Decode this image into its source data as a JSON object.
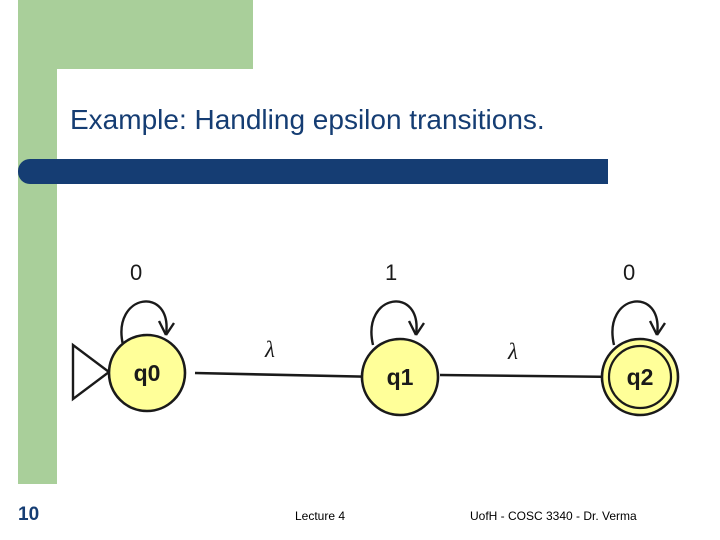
{
  "slide": {
    "title": "Example: Handling epsilon transitions.",
    "page_number": "10",
    "footer_left": "Lecture 4",
    "footer_right": "UofH - COSC 3340 - Dr. Verma",
    "colors": {
      "green_band": "#a9cf9a",
      "navy": "#153d73",
      "state_fill": "#ffff99",
      "stroke": "#1a1a1a",
      "background": "#ffffff"
    }
  },
  "diagram": {
    "type": "finite-state-automaton",
    "states": [
      {
        "id": "q0",
        "label": "q0",
        "start": true,
        "accepting": false
      },
      {
        "id": "q1",
        "label": "q1",
        "start": false,
        "accepting": false
      },
      {
        "id": "q2",
        "label": "q2",
        "start": false,
        "accepting": true
      }
    ],
    "self_loops": [
      {
        "state": "q0",
        "label": "0"
      },
      {
        "state": "q1",
        "label": "1"
      },
      {
        "state": "q2",
        "label": "0"
      }
    ],
    "transitions": [
      {
        "from": "q0",
        "to": "q1",
        "label": "λ"
      },
      {
        "from": "q1",
        "to": "q2",
        "label": "λ"
      }
    ]
  }
}
